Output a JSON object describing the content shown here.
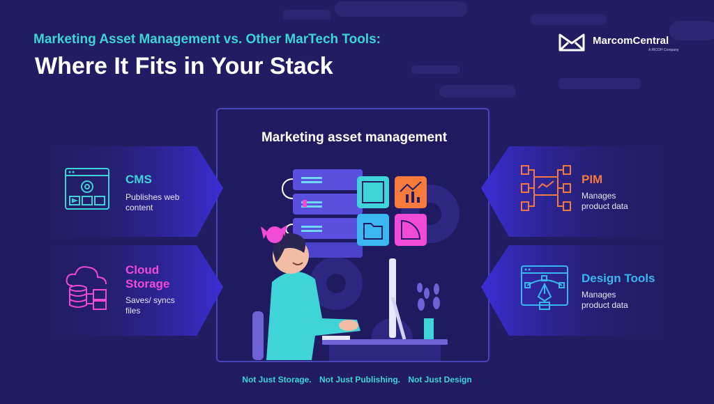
{
  "header": {
    "subtitle": "Marketing Asset Management vs. Other MarTech Tools:",
    "title": "Where It Fits in Your Stack"
  },
  "brand": {
    "name": "MarcomCentral",
    "tagline": "A RICOH Company"
  },
  "center": {
    "title": "Marketing asset management"
  },
  "cards": {
    "cms": {
      "title": "CMS",
      "desc": "Publishes web content",
      "color": "#3fd4d8",
      "icon": "cms-gear-window-icon"
    },
    "cloud": {
      "title": "Cloud Storage",
      "desc": "Saves/ syncs files",
      "color": "#f04ad6",
      "icon": "cloud-database-icon"
    },
    "pim": {
      "title": "PIM",
      "desc": "Manages product data",
      "color": "#f57a3c",
      "icon": "product-data-diagram-icon"
    },
    "design": {
      "title": "Design Tools",
      "desc": "Manages product data",
      "color": "#3bb7ef",
      "icon": "vector-pen-window-icon"
    }
  },
  "footer": {
    "items": [
      "Not Just Storage.",
      "Not Just Publishing.",
      "Not Just Design"
    ]
  }
}
